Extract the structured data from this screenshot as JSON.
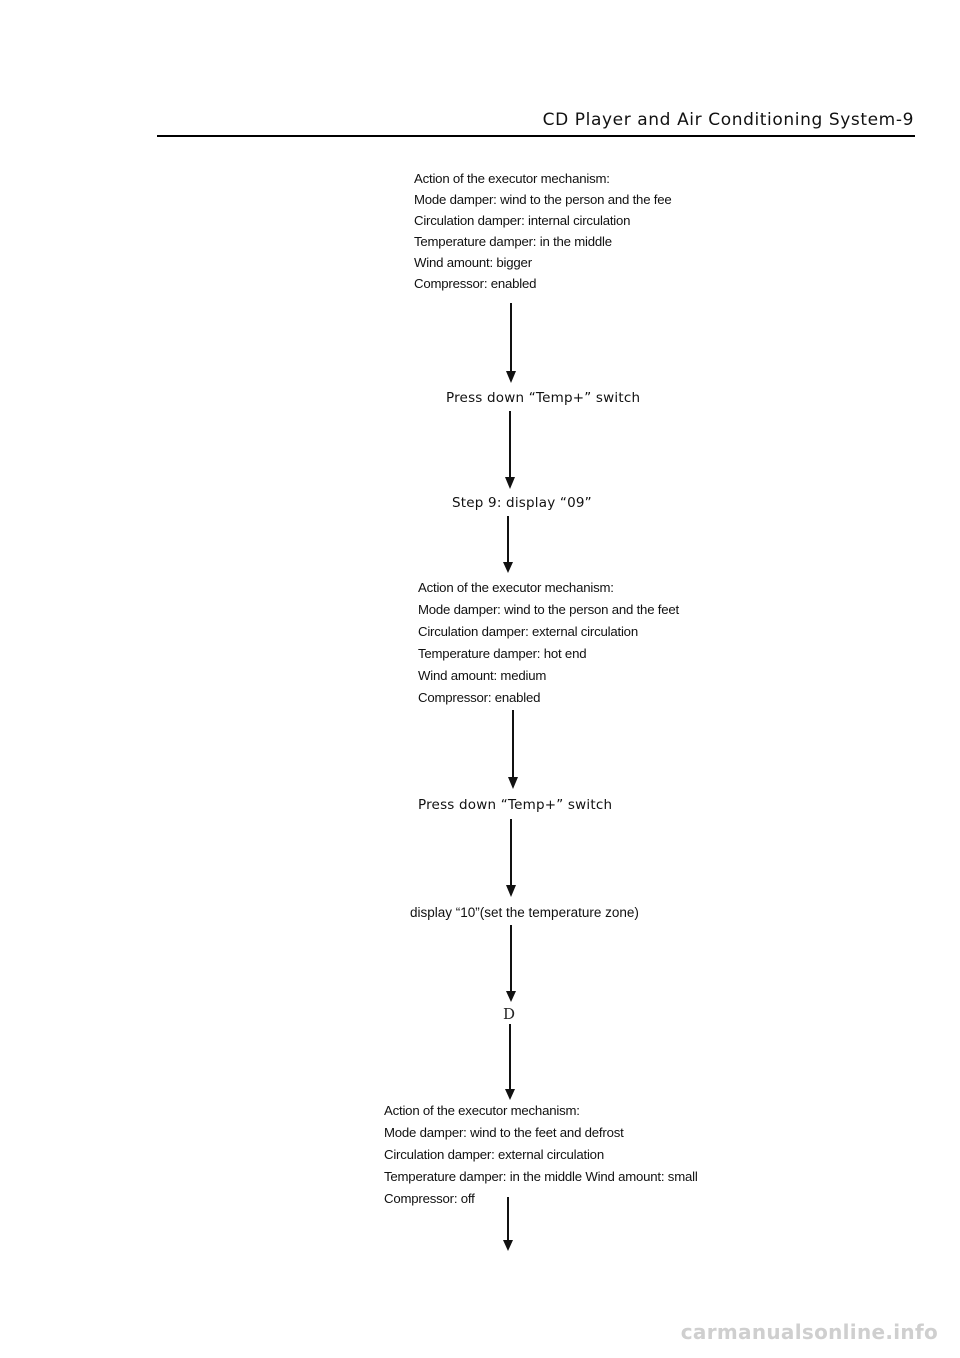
{
  "header": {
    "title": "CD Player and Air Conditioning System-9"
  },
  "flow": {
    "block1": [
      "Action of the executor mechanism:",
      "Mode damper: wind to the person and the fee",
      "Circulation damper: internal circulation",
      "Temperature damper: in the middle",
      "Wind amount: bigger",
      "Compressor: enabled"
    ],
    "step_a": "Press down “Temp+” switch",
    "step_b": "Step 9: display “09”",
    "block2": [
      "Action of the executor mechanism:",
      "Mode damper: wind to the person and the feet",
      "Circulation damper: external circulation",
      "Temperature damper: hot end",
      "Wind amount: medium",
      "Compressor: enabled"
    ],
    "step_c": "Press down “Temp+” switch",
    "step_d": "display “10”(set the temperature zone)",
    "connector": "D",
    "block3": [
      "Action of the executor mechanism:",
      "Mode damper: wind to the feet and defrost",
      "Circulation damper: external circulation",
      "Temperature damper: in the middle Wind amount: small",
      "Compressor: off"
    ]
  },
  "watermark": "carmanualsonline.info"
}
